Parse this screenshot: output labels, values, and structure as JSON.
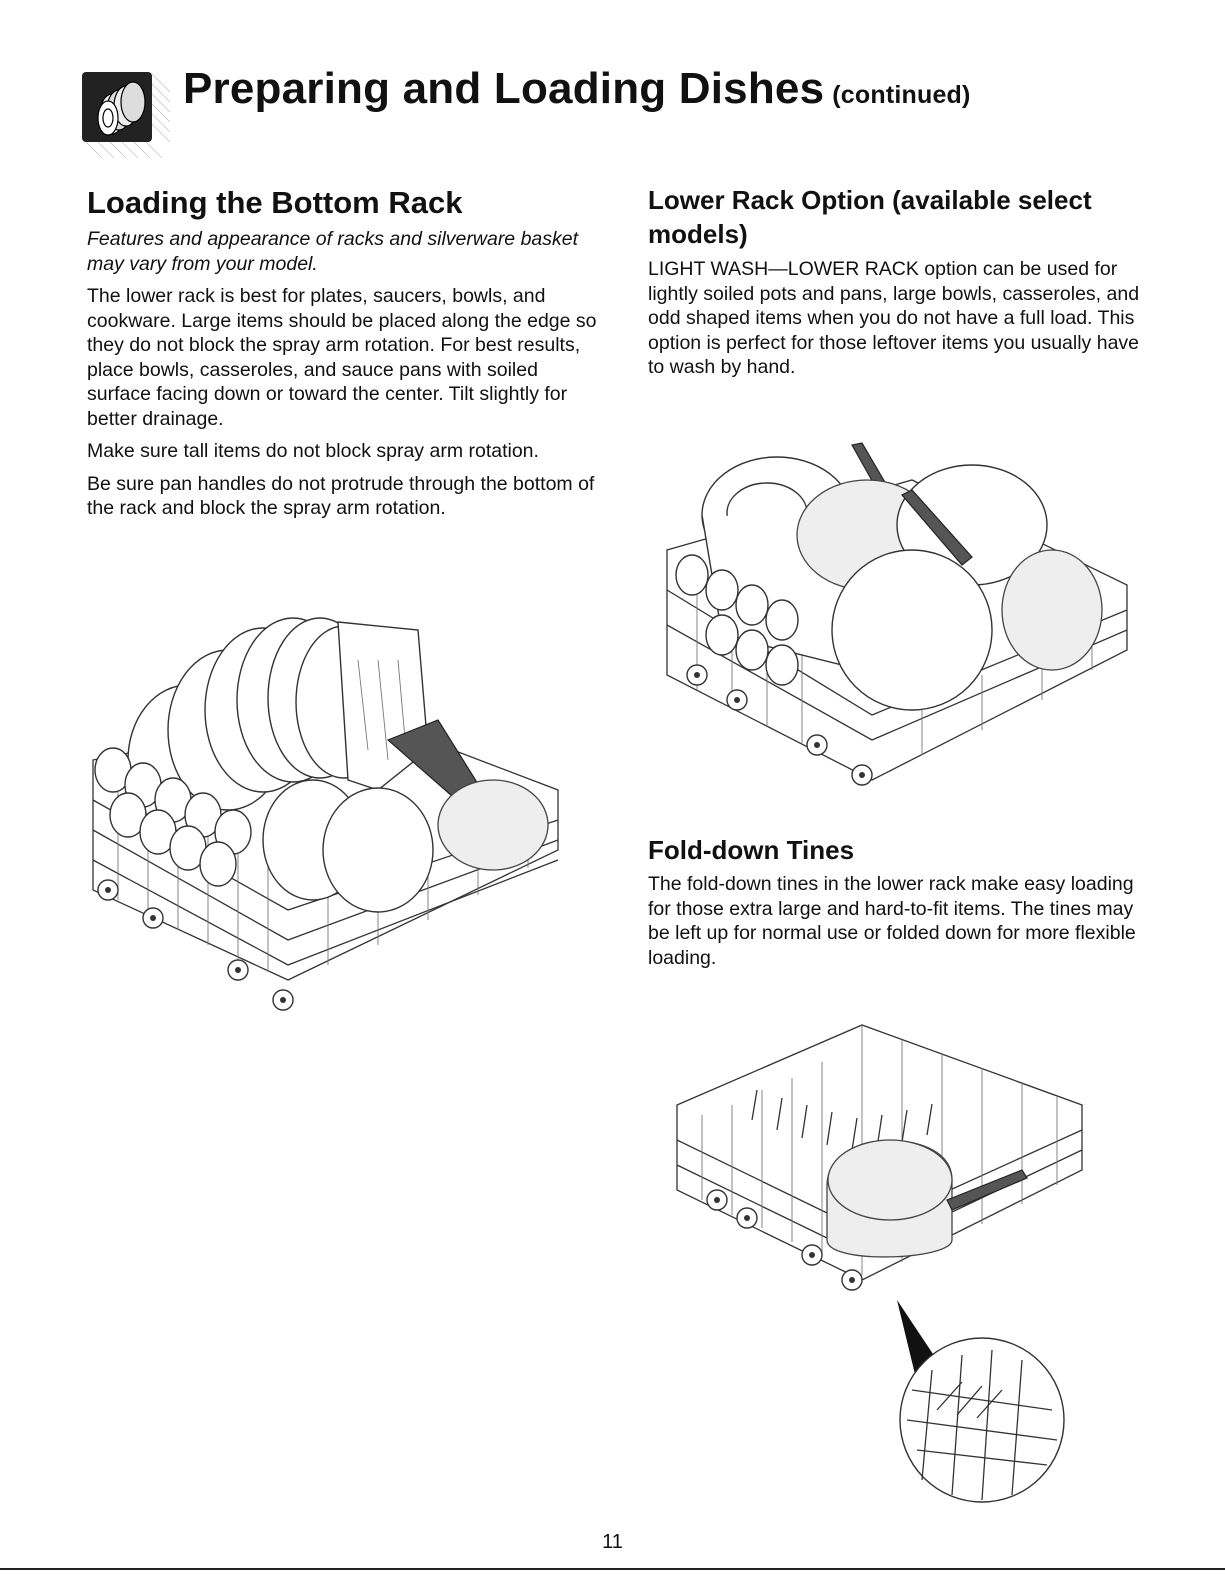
{
  "header": {
    "title": "Preparing and Loading Dishes",
    "title_suffix": "(continued)",
    "icon": "stacked-dishes-icon"
  },
  "left": {
    "heading": "Loading the Bottom Rack",
    "note": "Features and appearance of racks and silverware basket may vary from your model.",
    "paragraphs": [
      "The lower rack is best for plates, saucers, bowls, and cookware. Large items should be placed along the edge so they do not block the spray arm rotation. For best results, place bowls, casseroles, and sauce pans with soiled surface facing down or toward the center. Tilt slightly for better drainage.",
      "Make sure tall items do not block spray arm rotation.",
      "Be sure pan handles do not protrude through the bottom of the rack and block the spray arm rotation."
    ]
  },
  "right": {
    "heading": "Lower Rack Option (available select models)",
    "paragraph": "LIGHT WASH—LOWER RACK option can be used for lightly soiled pots and pans, large bowls, casseroles, and odd shaped items when you do not have a full load. This option is perfect for those leftover items you usually have to wash by hand.",
    "fold_heading": "Fold-down Tines",
    "fold_paragraph": "The fold-down tines in the lower rack make easy loading for those extra large and hard-to-fit items. The tines may be left up for normal use or folded down for more flexible loading."
  },
  "footer": {
    "page_number": "11"
  }
}
